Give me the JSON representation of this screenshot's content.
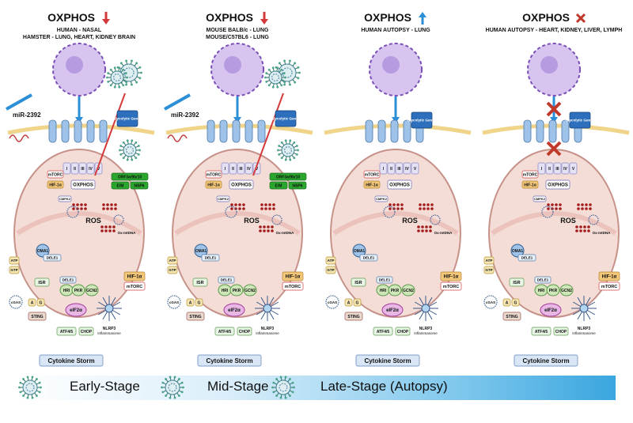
{
  "panels": [
    {
      "title": "OXPHOS",
      "trend": "down",
      "trend_color": "#d43a3a",
      "sub1": "HUMAN - NASAL",
      "sub2": "HAMSTER -  LUNG, HEART, KIDNEY BRAIN",
      "mir": "miR-2392",
      "orf_box": "ORF3a/9b/10",
      "em_box": "E/M",
      "nsp_box": "NSP6",
      "glyco": "Glycolytic Genes"
    },
    {
      "title": "OXPHOS",
      "trend": "down",
      "trend_color": "#d43a3a",
      "sub1": "MOUSE BALB/c - LUNG",
      "sub2": "MOUSE/C57BL6  -  LUNG",
      "mir": "miR-2392",
      "orf_box": "ORF3a/9b/10",
      "em_box": "E/M",
      "nsp_box": "NSP6",
      "glyco": "Glycolytic Genes"
    },
    {
      "title": "OXPHOS",
      "trend": "up",
      "trend_color": "#2a8fd6",
      "sub1": "HUMAN AUTOPSY  -  LUNG",
      "sub2": "",
      "mir": "",
      "orf_box": "",
      "em_box": "",
      "nsp_box": "",
      "glyco": "Glycolytic Genes"
    },
    {
      "title": "OXPHOS",
      "trend": "cross",
      "trend_color": "#c0392b",
      "sub1": "HUMAN AUTOPSY  -  HEART, KIDNEY, LIVER, LYMPH",
      "sub2": "",
      "mir": "",
      "orf_box": "",
      "em_box": "",
      "nsp_box": "",
      "glyco": "Glycolytic Genes"
    }
  ],
  "labels": {
    "mtorc": "mTORC",
    "hif": "HIF-1α",
    "oxphos": "OXPHOS",
    "cmpk2": "CMPK2",
    "ros": "ROS",
    "mtdna": "Ox-mtDNA",
    "oma1": "OMA1",
    "dele1": "DELE1",
    "atp": "ATP",
    "gtp": "GTP",
    "isr": "ISR",
    "hri": "HRI",
    "pkr": "PKR",
    "gcn2": "GCN2",
    "eif": "eIF2α",
    "atf": "ATF4/5",
    "chop": "CHOP",
    "nlrp3": "NLRP3",
    "inflam": "Inflammasome",
    "cgas": "cGAS",
    "sting": "STING",
    "a": "A",
    "g": "G",
    "cytokine": "Cytokine Storm",
    "complex": [
      "I",
      "II",
      "III",
      "IV",
      "V"
    ]
  },
  "stages": {
    "early": "Early-Stage",
    "mid": "Mid-Stage",
    "late": "Late-Stage (Autopsy)"
  },
  "colors": {
    "mito": "#f4ddd6",
    "membrane": "#e7b7b0",
    "receptor": "#9fc3e8",
    "nucleus": "#d7c4ef",
    "orf": "#2aa62e",
    "glyco": "#2d6fbd",
    "hif": "#f3c779",
    "cytokine": "#d9e6f6"
  }
}
